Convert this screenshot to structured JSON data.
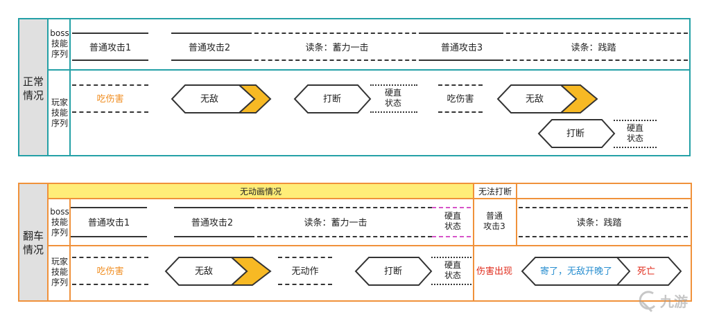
{
  "colors": {
    "teal": "#23a0a6",
    "orange": "#f0913a",
    "gray": "#e0e0e0",
    "yellow": "#ffed78",
    "gold": "#f7b924",
    "magenta": "#d653c8",
    "hit_orange": "#f08c1e",
    "red": "#e02a1a",
    "blue": "#2a8fd0"
  },
  "normal": {
    "side_label": "正常\n情况",
    "boss_label": "boss\n技能\n序列",
    "player_label": "玩家\n技能\n序列",
    "boss_row": [
      "普通攻击1",
      "普通攻击2",
      "读条：蓄力一击",
      "普通攻击3",
      "读条：践踏"
    ],
    "player_row": {
      "hit1": "吃伤害",
      "invincible1": "无敌",
      "interrupt1": "打断",
      "stun1": "硬直\n状态",
      "hit2": "吃伤害",
      "invincible2": "无敌",
      "interrupt2": "打断",
      "stun2": "硬直\n状态"
    }
  },
  "flip": {
    "side_label": "翻车\n情况",
    "boss_label": "boss\n技能\n序列",
    "player_label": "玩家\n技能\n序列",
    "banner_no_anim": "无动画情况",
    "banner_no_interrupt": "无法打断",
    "boss_row": [
      "普通攻击1",
      "普通攻击2",
      "读条：蓄力一击",
      "硬直\n状态",
      "普通\n攻击3",
      "读条：践踏"
    ],
    "player_row": {
      "hit": "吃伤害",
      "invincible": "无敌",
      "no_action": "无动作",
      "interrupt": "打断",
      "stun": "硬直\n状态",
      "damage": "伤害出现",
      "dead_text": "寄了，无敌开晚了",
      "death": "死亡"
    }
  },
  "watermark": "九游"
}
